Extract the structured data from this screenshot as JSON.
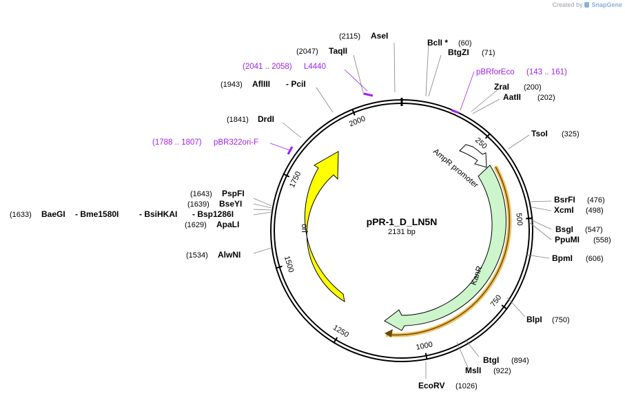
{
  "credit": {
    "text": "Created by",
    "brand": "SnapGene"
  },
  "plasmid": {
    "name": "pPR-1_D_LN5N",
    "length_label": "2131 bp"
  },
  "ticks": [
    "250",
    "500",
    "750",
    "1000",
    "1250",
    "1500",
    "1750",
    "2000"
  ],
  "sites": [
    {
      "name": "BclI *",
      "pos": "(60)"
    },
    {
      "name": "BtgZI",
      "pos": "(71)"
    },
    {
      "name": "ZraI",
      "pos": "(200)"
    },
    {
      "name": "AatII",
      "pos": "(202)"
    },
    {
      "name": "TsoI",
      "pos": "(325)"
    },
    {
      "name": "BsrFI",
      "pos": "(476)"
    },
    {
      "name": "XcmI",
      "pos": "(498)"
    },
    {
      "name": "BsgI",
      "pos": "(547)"
    },
    {
      "name": "PpuMI",
      "pos": "(558)"
    },
    {
      "name": "BpmI",
      "pos": "(606)"
    },
    {
      "name": "BlpI",
      "pos": "(750)"
    },
    {
      "name": "BtgI",
      "pos": "(894)"
    },
    {
      "name": "MslI",
      "pos": "(922)"
    },
    {
      "name": "EcoRV",
      "pos": "(1026)"
    },
    {
      "name": "AseI",
      "pos": "(2115)"
    },
    {
      "name": "TaqII",
      "pos": "(2047)"
    },
    {
      "name": "AflIII",
      "pos": "(1943)",
      "extra": "-  PciI"
    },
    {
      "name": "DrdI",
      "pos": "(1841)"
    },
    {
      "name": "PspFI",
      "pos": "(1643)"
    },
    {
      "name": "BseYI",
      "pos": "(1639)"
    },
    {
      "name": "BaeGI",
      "pos": "(1633)",
      "extra1": "-  Bme1580I",
      "extra2": "-  BsiHKAI",
      "extra3": "-  Bsp1286I"
    },
    {
      "name": "ApaLI",
      "pos": "(1629)"
    },
    {
      "name": "AlwNI",
      "pos": "(1534)"
    }
  ],
  "primers": [
    {
      "name": "L4440",
      "range": "(2041 .. 2058)"
    },
    {
      "name": "pBRforEco",
      "range": "(143 .. 161)"
    },
    {
      "name": "pBR322ori-F",
      "range": "(1788 .. 1807)"
    }
  ],
  "features": [
    {
      "name": "AmpR promoter",
      "color": "#ffffff"
    },
    {
      "name": "KanR",
      "color": "#ccf5cc"
    },
    {
      "name": "ori",
      "color": "#ffff00"
    }
  ],
  "colors": {
    "primer": "#a020f0",
    "orf_outline": "#f0a000",
    "ori": "#ffff00",
    "kanr": "#ccf5cc"
  }
}
